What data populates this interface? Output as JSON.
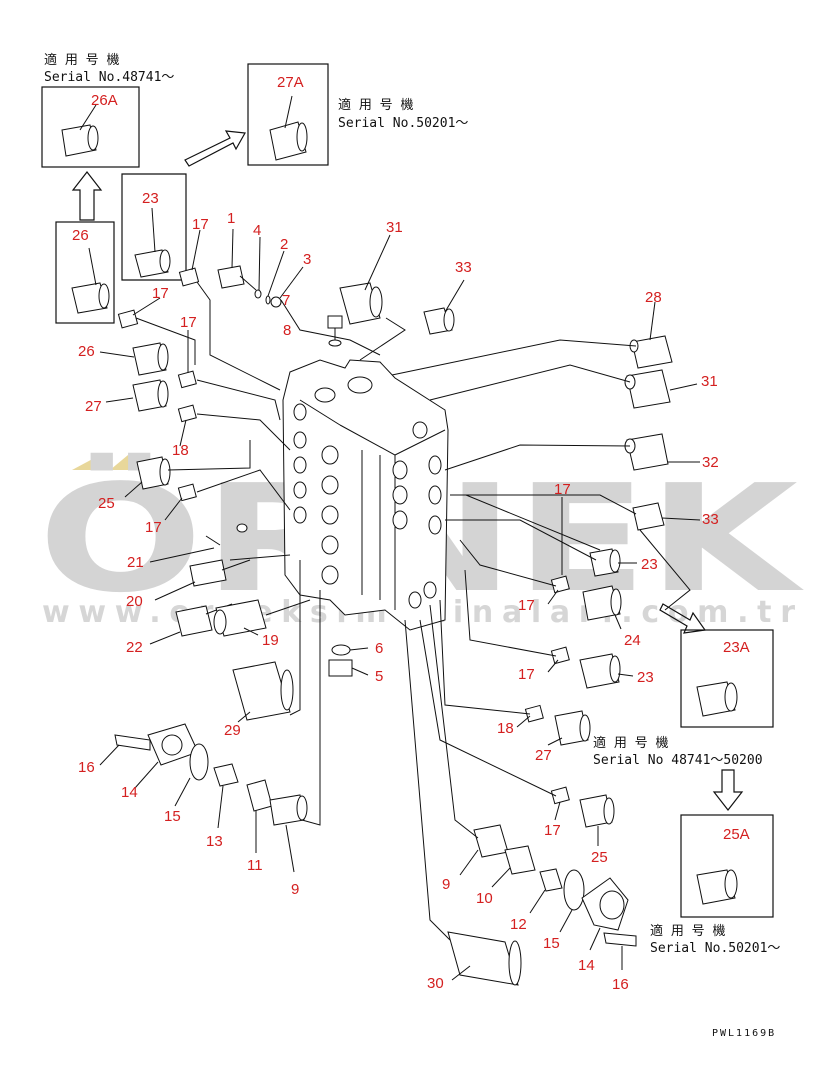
{
  "watermark": {
    "brand": "ÖRNEK",
    "url": "www.orneksimakinalari.com.tr"
  },
  "drawing_code": "PWL1169B",
  "serial_notes": [
    {
      "id": "n1",
      "label": "適 用 号 機",
      "serial": "Serial No.48741～"
    },
    {
      "id": "n2",
      "label": "適 用 号 機",
      "serial": "Serial No.50201～"
    },
    {
      "id": "n3",
      "label": "適 用 号 機",
      "serial": "Serial No 48741～50200"
    },
    {
      "id": "n4",
      "label": "適 用 号 機",
      "serial": "Serial No.50201～"
    }
  ],
  "callouts": [
    {
      "id": "26A",
      "text": "26A"
    },
    {
      "id": "27A",
      "text": "27A"
    },
    {
      "id": "23top",
      "text": "23"
    },
    {
      "id": "26box",
      "text": "26"
    },
    {
      "id": "17a",
      "text": "17"
    },
    {
      "id": "1",
      "text": "1"
    },
    {
      "id": "4",
      "text": "4"
    },
    {
      "id": "2",
      "text": "2"
    },
    {
      "id": "3",
      "text": "3"
    },
    {
      "id": "7",
      "text": "7"
    },
    {
      "id": "31top",
      "text": "31"
    },
    {
      "id": "33top",
      "text": "33"
    },
    {
      "id": "17b",
      "text": "17"
    },
    {
      "id": "8",
      "text": "8"
    },
    {
      "id": "17c",
      "text": "17"
    },
    {
      "id": "26",
      "text": "26"
    },
    {
      "id": "27",
      "text": "27"
    },
    {
      "id": "18a",
      "text": "18"
    },
    {
      "id": "25",
      "text": "25"
    },
    {
      "id": "17d",
      "text": "17"
    },
    {
      "id": "21",
      "text": "21"
    },
    {
      "id": "20",
      "text": "20"
    },
    {
      "id": "22",
      "text": "22"
    },
    {
      "id": "19",
      "text": "19"
    },
    {
      "id": "29",
      "text": "29"
    },
    {
      "id": "16a",
      "text": "16"
    },
    {
      "id": "14a",
      "text": "14"
    },
    {
      "id": "15a",
      "text": "15"
    },
    {
      "id": "13",
      "text": "13"
    },
    {
      "id": "11",
      "text": "11"
    },
    {
      "id": "9a",
      "text": "9"
    },
    {
      "id": "6",
      "text": "6"
    },
    {
      "id": "5",
      "text": "5"
    },
    {
      "id": "28",
      "text": "28"
    },
    {
      "id": "31",
      "text": "31"
    },
    {
      "id": "32",
      "text": "32"
    },
    {
      "id": "33",
      "text": "33"
    },
    {
      "id": "17e",
      "text": "17"
    },
    {
      "id": "23a",
      "text": "23"
    },
    {
      "id": "17f",
      "text": "17"
    },
    {
      "id": "24",
      "text": "24"
    },
    {
      "id": "23A",
      "text": "23A"
    },
    {
      "id": "17g",
      "text": "17"
    },
    {
      "id": "23b",
      "text": "23"
    },
    {
      "id": "18b",
      "text": "18"
    },
    {
      "id": "27b",
      "text": "27"
    },
    {
      "id": "17h",
      "text": "17"
    },
    {
      "id": "25b",
      "text": "25"
    },
    {
      "id": "25A",
      "text": "25A"
    },
    {
      "id": "9b",
      "text": "9"
    },
    {
      "id": "10",
      "text": "10"
    },
    {
      "id": "12",
      "text": "12"
    },
    {
      "id": "15b",
      "text": "15"
    },
    {
      "id": "14b",
      "text": "14"
    },
    {
      "id": "16b",
      "text": "16"
    },
    {
      "id": "30",
      "text": "30"
    }
  ]
}
